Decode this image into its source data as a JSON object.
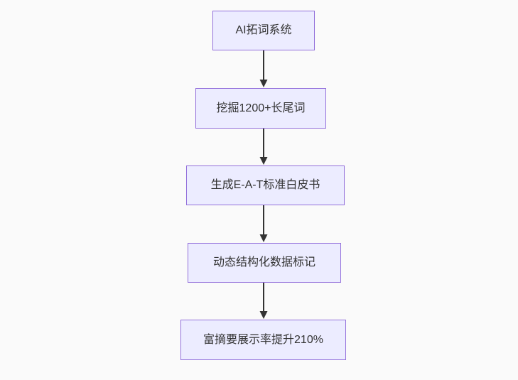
{
  "diagram": {
    "type": "flowchart",
    "direction": "top-down",
    "nodes": [
      {
        "id": "n1",
        "label": "AI拓词系统"
      },
      {
        "id": "n2",
        "label": "挖掘1200+长尾词"
      },
      {
        "id": "n3",
        "label": "生成E-A-T标准白皮书"
      },
      {
        "id": "n4",
        "label": "动态结构化数据标记"
      },
      {
        "id": "n5",
        "label": "富摘要展示率提升210%"
      }
    ],
    "edges": [
      {
        "from": "AI拓词系统",
        "to": "挖掘1200+长尾词"
      },
      {
        "from": "挖掘1200+长尾词",
        "to": "生成E-A-T标准白皮书"
      },
      {
        "from": "生成E-A-T标准白皮书",
        "to": "动态结构化数据标记"
      },
      {
        "from": "动态结构化数据标记",
        "to": "富摘要展示率提升210%"
      }
    ],
    "colors": {
      "node_fill": "#ECECFF",
      "node_border": "#9370DB",
      "edge": "#333333",
      "text": "#333333",
      "background": "#fafafa"
    }
  }
}
